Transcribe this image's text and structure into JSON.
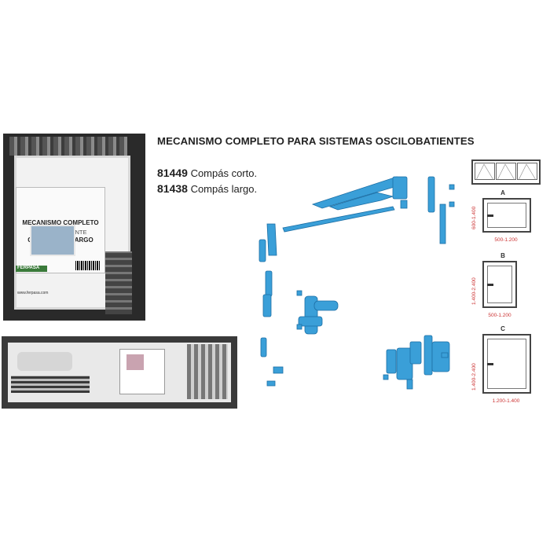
{
  "title": "MECANISMO COMPLETO PARA SISTEMAS OSCILOBATIENTES",
  "products": [
    {
      "code": "81449",
      "description": "Compás corto."
    },
    {
      "code": "81438",
      "description": "Compás largo."
    }
  ],
  "package": {
    "line1": "MECANISMO COMPLETO",
    "line2": "OSCILO-BATIENTE",
    "line3": "C.E. COMPAS LARGO",
    "brand": "FERPASA",
    "url": "www.ferpasa.com"
  },
  "diagrams": [
    {
      "letter": "A",
      "width_range": "500-1.200",
      "height_range": "600-1.400"
    },
    {
      "letter": "B",
      "width_range": "500-1.200",
      "height_range": "1.400-2.400"
    },
    {
      "letter": "C",
      "width_range": "1.200-1.400",
      "height_range": "1.400-2.400"
    }
  ],
  "colors": {
    "hardware_blue": "#3a9fd8",
    "text": "#222222",
    "dimension": "#cc3333"
  }
}
